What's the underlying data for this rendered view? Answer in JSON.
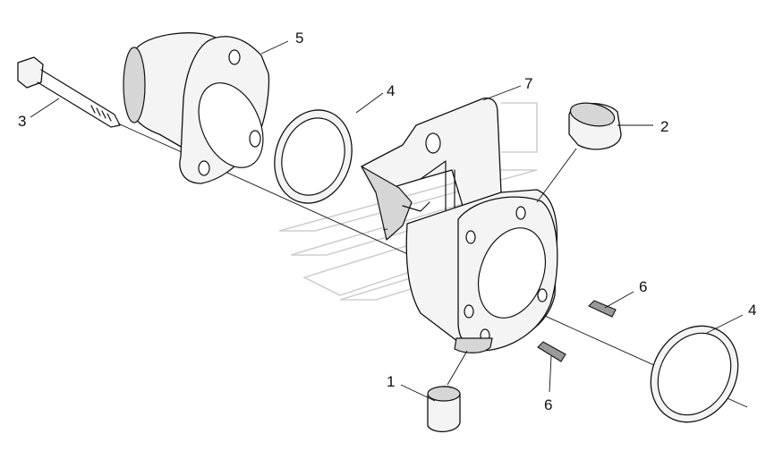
{
  "callouts": [
    {
      "id": "p1",
      "label": "1"
    },
    {
      "id": "p2",
      "label": "2"
    },
    {
      "id": "p3",
      "label": "3"
    },
    {
      "id": "p4a",
      "label": "4"
    },
    {
      "id": "p4b",
      "label": "4"
    },
    {
      "id": "p5",
      "label": "5"
    },
    {
      "id": "p6a",
      "label": "6"
    },
    {
      "id": "p6b",
      "label": "6"
    },
    {
      "id": "p7",
      "label": "7"
    }
  ]
}
